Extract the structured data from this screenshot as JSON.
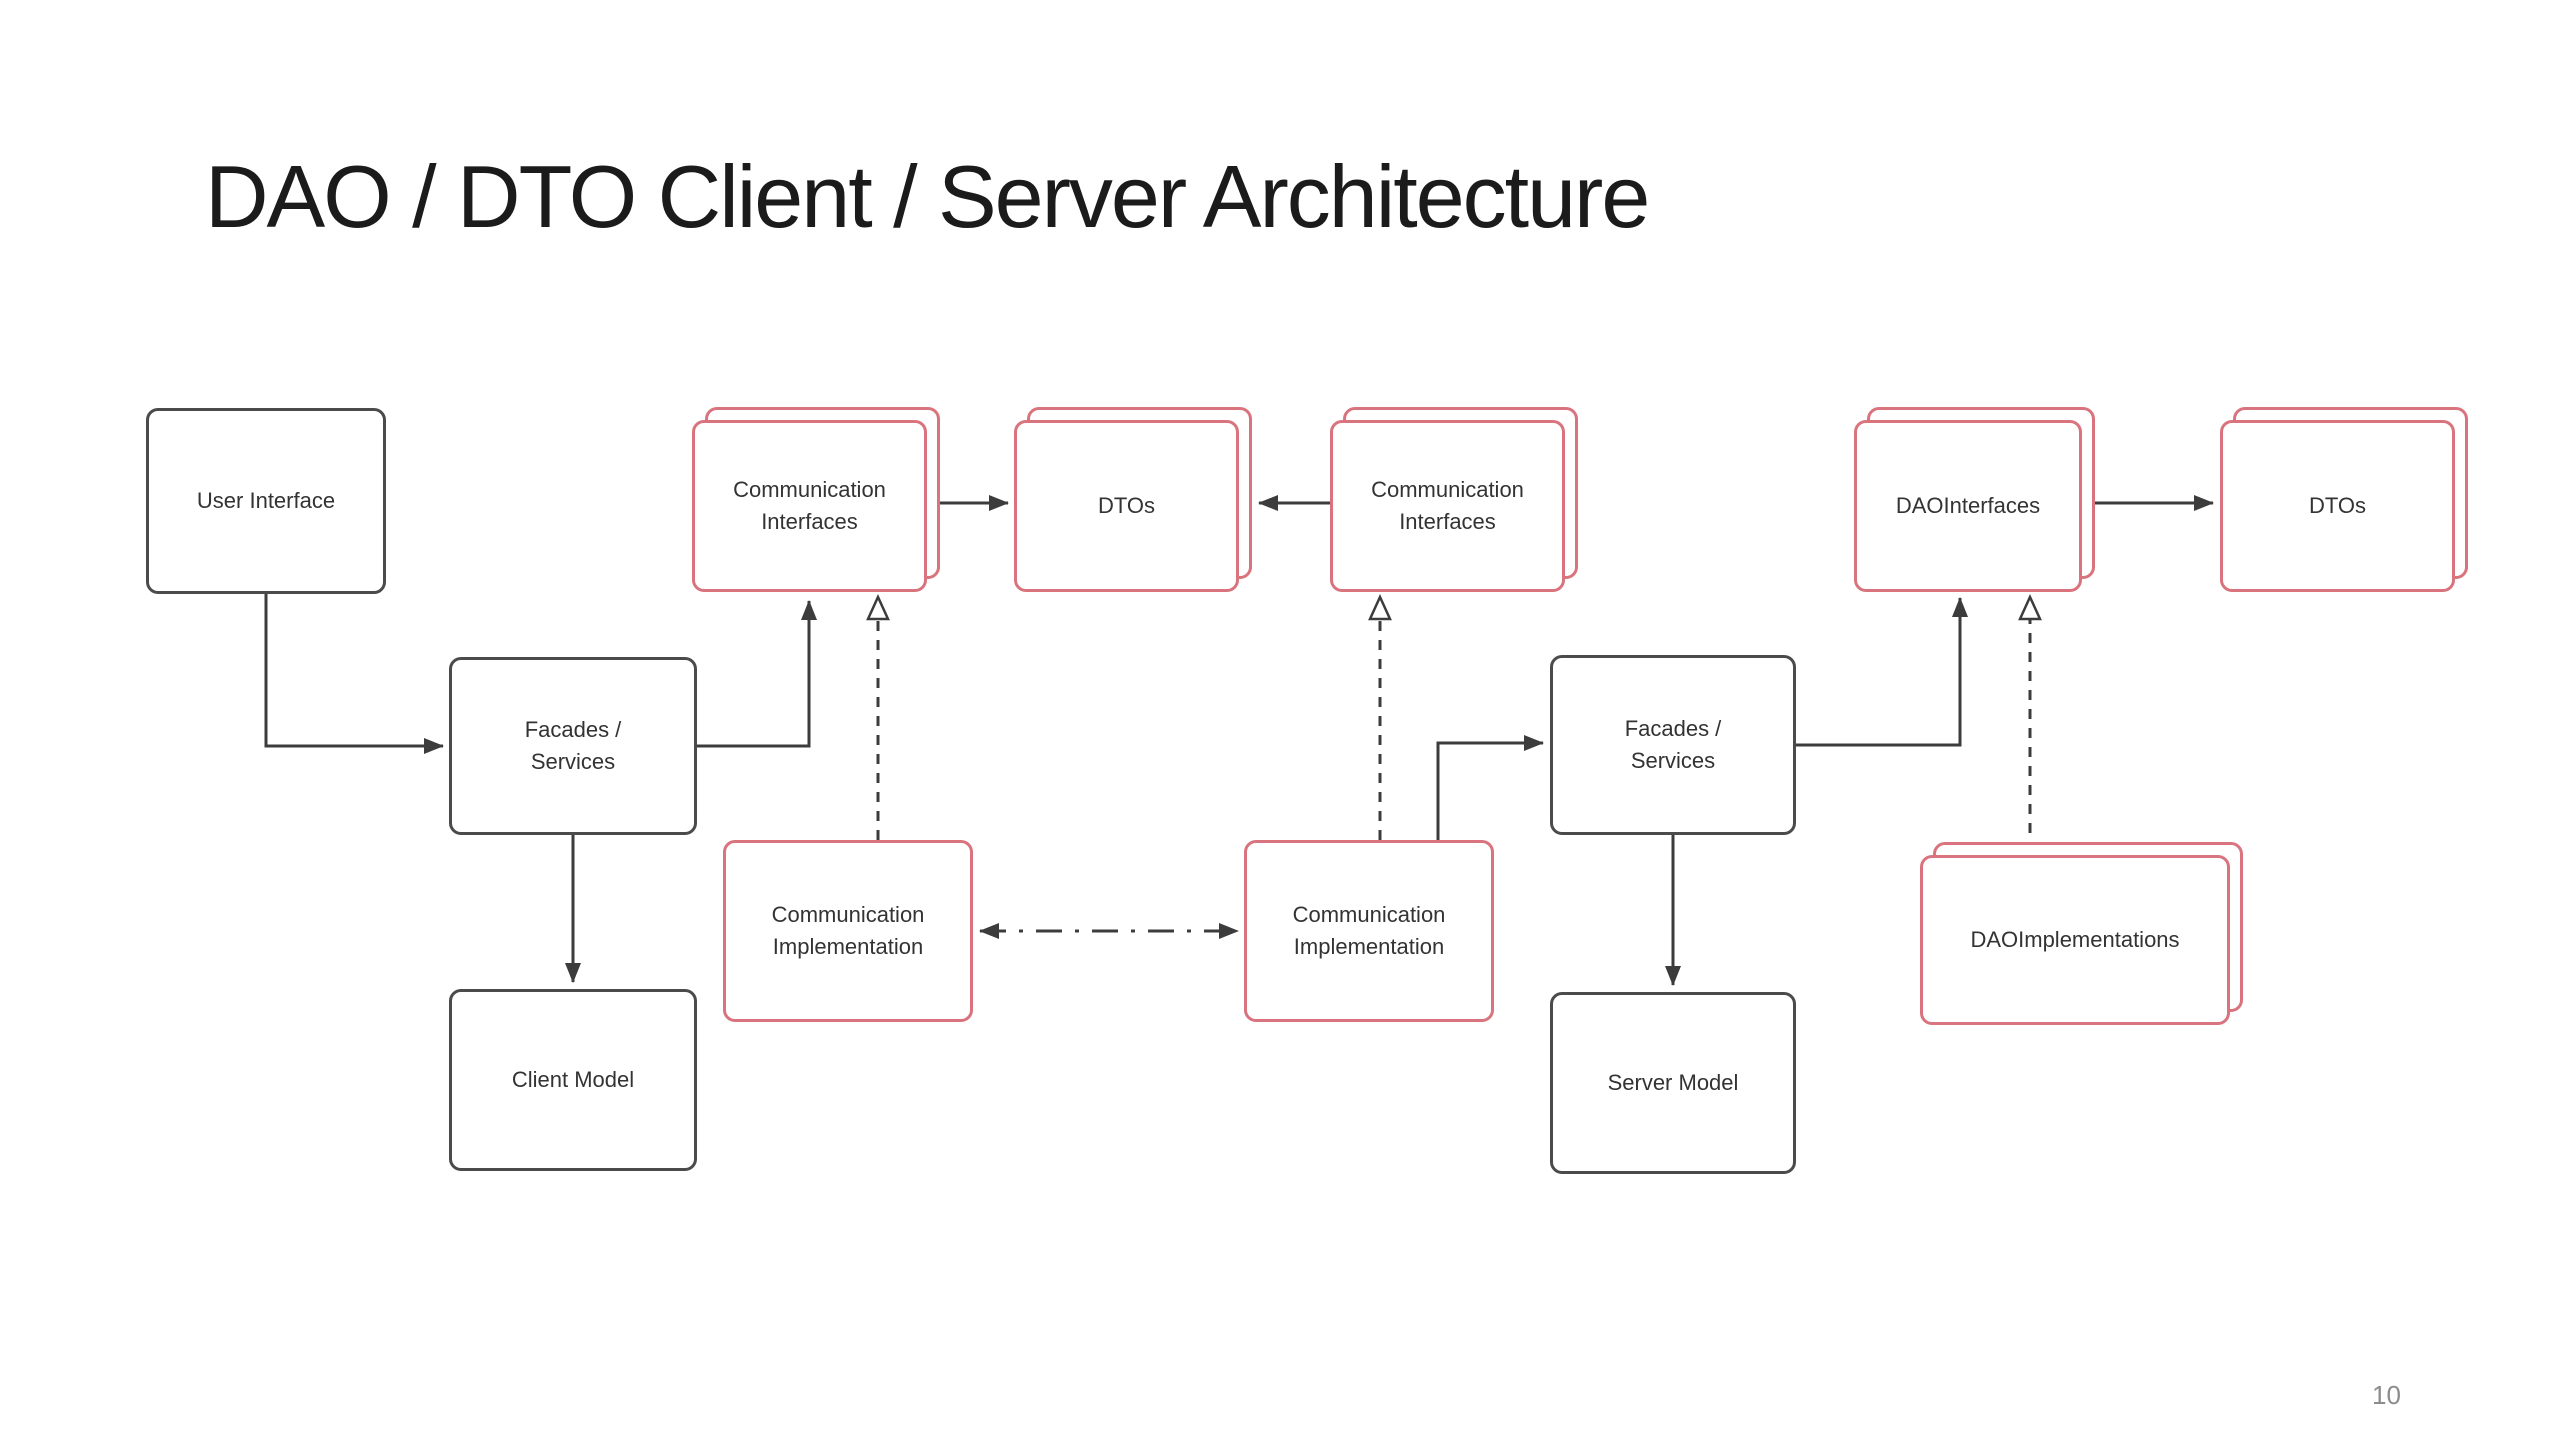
{
  "slide": {
    "title": "DAO / DTO Client / Server Architecture",
    "page_number": "10"
  },
  "colors": {
    "black_border": "#4b4b4b",
    "red_border": "#d9747e",
    "arrow": "#3c3c3c",
    "title_text": "#1b1b1b",
    "label_text": "#333333",
    "page_number_text": "#8c8c8c",
    "background": "#ffffff"
  },
  "nodes": {
    "user_interface": {
      "label": "User Interface"
    },
    "comm_interfaces_client": {
      "label": "Communication\nInterfaces"
    },
    "dtos_client": {
      "label": "DTOs"
    },
    "comm_interfaces_server": {
      "label": "Communication\nInterfaces"
    },
    "dao_interfaces": {
      "label": "DAOInterfaces"
    },
    "dtos_server": {
      "label": "DTOs"
    },
    "facades_client": {
      "label": "Facades /\nServices"
    },
    "facades_server": {
      "label": "Facades /\nServices"
    },
    "comm_impl_client": {
      "label": "Communication\nImplementation"
    },
    "comm_impl_server": {
      "label": "Communication\nImplementation"
    },
    "dao_implementations": {
      "label": "DAOImplementations"
    },
    "client_model": {
      "label": "Client Model"
    },
    "server_model": {
      "label": "Server Model"
    }
  },
  "edges": [
    {
      "from": "user_interface",
      "to": "facades_client",
      "type": "solid-arrow"
    },
    {
      "from": "facades_client",
      "to": "comm_interfaces_client",
      "type": "solid-arrow"
    },
    {
      "from": "comm_interfaces_client",
      "to": "dtos_client",
      "type": "solid-arrow"
    },
    {
      "from": "comm_interfaces_server",
      "to": "dtos_client",
      "type": "solid-arrow"
    },
    {
      "from": "dao_interfaces",
      "to": "dtos_server",
      "type": "solid-arrow"
    },
    {
      "from": "facades_client",
      "to": "client_model",
      "type": "solid-arrow"
    },
    {
      "from": "facades_server",
      "to": "server_model",
      "type": "solid-arrow"
    },
    {
      "from": "comm_impl_client",
      "to": "comm_interfaces_client",
      "type": "dashed-realization"
    },
    {
      "from": "comm_impl_server",
      "to": "comm_interfaces_server",
      "type": "dashed-realization"
    },
    {
      "from": "comm_impl_server",
      "to": "facades_server",
      "type": "solid-arrow"
    },
    {
      "from": "facades_server",
      "to": "dao_interfaces",
      "type": "solid-arrow"
    },
    {
      "from": "dao_implementations",
      "to": "dao_interfaces",
      "type": "dashed-realization"
    },
    {
      "from": "comm_impl_client",
      "to": "comm_impl_server",
      "type": "dash-dot-bidirectional"
    }
  ]
}
